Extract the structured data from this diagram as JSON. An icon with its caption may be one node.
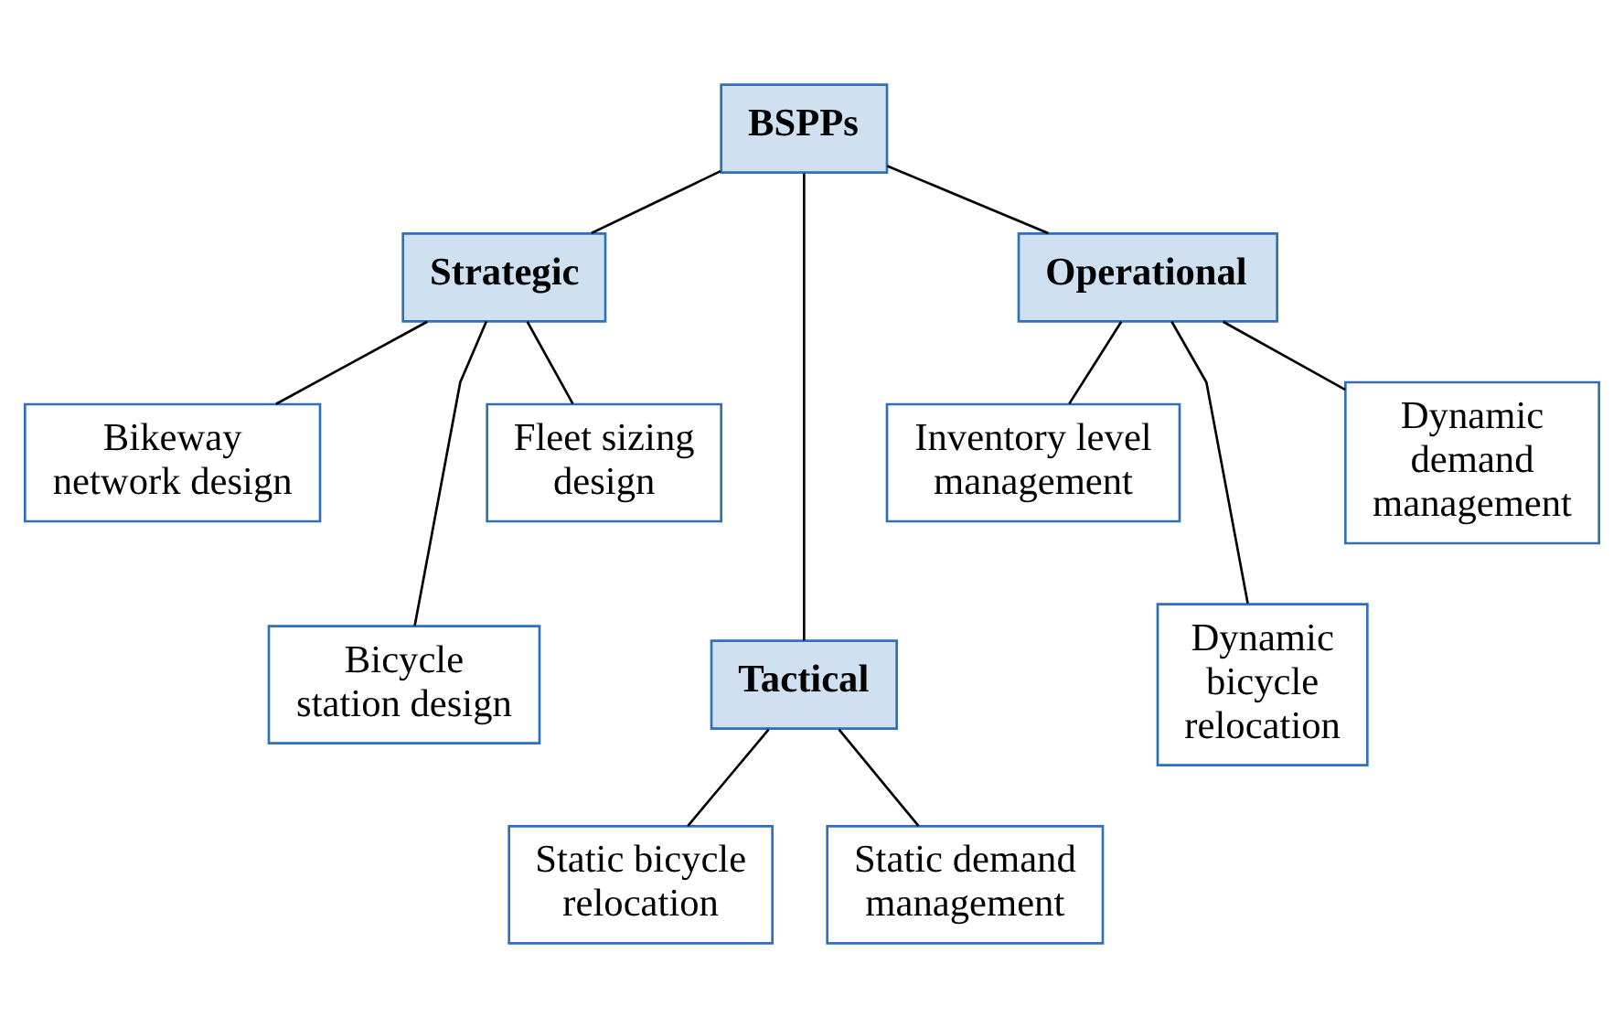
{
  "diagram": {
    "nodes": [
      {
        "text": [
          "BSPPs"
        ]
      },
      {
        "text": [
          "Strategic"
        ]
      },
      {
        "text": [
          "Operational"
        ]
      },
      {
        "text": [
          "Tactical"
        ]
      },
      {
        "text": [
          "Bikeway network design"
        ]
      },
      {
        "text": [
          "Fleet sizing design"
        ]
      },
      {
        "text": [
          "Bicycle station design"
        ]
      },
      {
        "text": [
          "Inventory level management"
        ]
      },
      {
        "text": [
          "Dynamic demand management"
        ]
      },
      {
        "text": [
          "Dynamic bicycle relocation"
        ]
      },
      {
        "text": [
          "Static bicycle relocation"
        ]
      },
      {
        "text": [
          "Static demand management"
        ]
      }
    ],
    "edges": [
      {
        "from": 0,
        "to": 1,
        "arrow": "none"
      },
      {
        "from": 0,
        "to": 3,
        "arrow": "none"
      },
      {
        "from": 0,
        "to": 2,
        "arrow": "none"
      },
      {
        "from": 1,
        "to": 4,
        "arrow": "none"
      },
      {
        "from": 1,
        "to": 6,
        "arrow": "none"
      },
      {
        "from": 1,
        "to": 5,
        "arrow": "none"
      },
      {
        "from": 2,
        "to": 7,
        "arrow": "none"
      },
      {
        "from": 2,
        "to": 9,
        "arrow": "none"
      },
      {
        "from": 2,
        "to": 8,
        "arrow": "none"
      },
      {
        "from": 3,
        "to": 10,
        "arrow": "none"
      },
      {
        "from": 3,
        "to": 11,
        "arrow": "none"
      }
    ]
  }
}
